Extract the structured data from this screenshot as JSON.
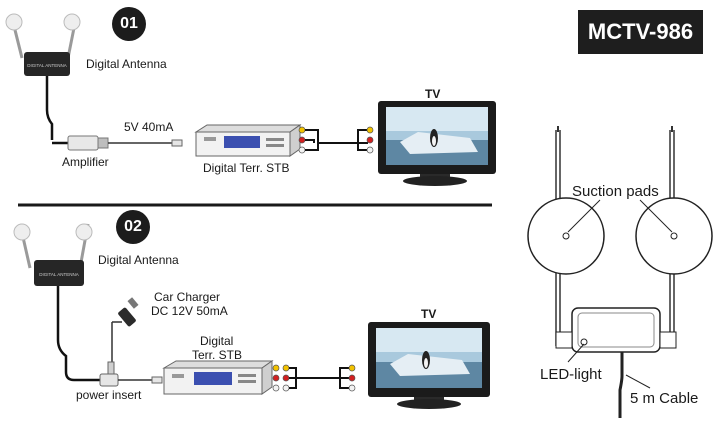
{
  "model": "MCTV-986",
  "setup1": {
    "number": "01",
    "antenna_label": "Digital Antenna",
    "antenna_brand": "DIGITAL ANTENNA",
    "power_label": "5V 40mA",
    "amplifier_label": "Amplifier",
    "stb_label": "Digital Terr. STB",
    "tv_label": "TV"
  },
  "setup2": {
    "number": "02",
    "antenna_label": "Digital Antenna",
    "antenna_brand": "DIGITAL ANTENNA",
    "charger_line1": "Car Charger",
    "charger_line2": "DC 12V 50mA",
    "power_insert_label": "power insert",
    "stb_line1": "Digital",
    "stb_line2": "Terr. STB",
    "tv_label": "TV"
  },
  "detail": {
    "suction_label": "Suction pads",
    "led_label": "LED-light",
    "cable_label": "5 m Cable"
  },
  "colors": {
    "badge": "#1c1c1c",
    "model_box": "#1e1e1e",
    "stb_display": "#3b4fb0",
    "rca_yellow": "#f2c200",
    "rca_red": "#d22020",
    "rca_white": "#f2f2f2"
  }
}
